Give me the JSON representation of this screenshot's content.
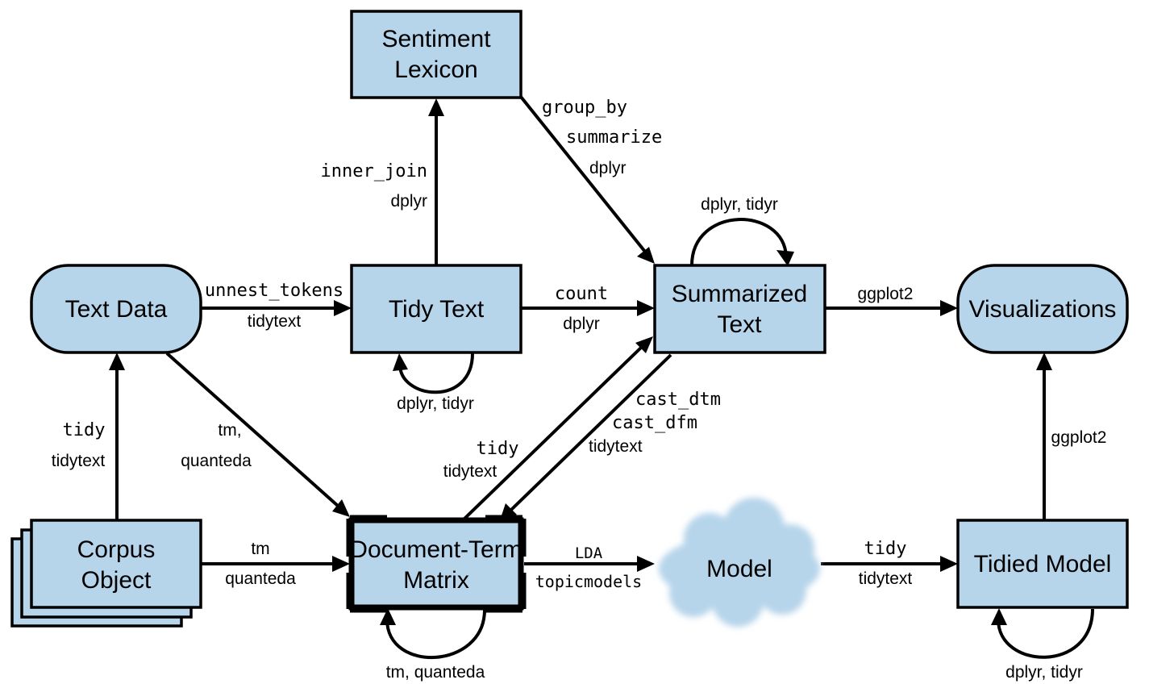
{
  "nodes": {
    "sentiment_lexicon": [
      "Sentiment",
      "Lexicon"
    ],
    "text_data": "Text Data",
    "tidy_text": "Tidy Text",
    "summarized_text": [
      "Summarized",
      "Text"
    ],
    "visualizations": "Visualizations",
    "corpus_object": [
      "Corpus",
      "Object"
    ],
    "dtm": [
      "Document-Term",
      "Matrix"
    ],
    "model": "Model",
    "tidied_model": "Tidied Model"
  },
  "edges": {
    "unnest": {
      "fn": "unnest_tokens",
      "lib": "tidytext"
    },
    "inner_join": {
      "fn": "inner_join",
      "lib": "dplyr"
    },
    "group_by": {
      "fn1": "group_by",
      "fn2": "summarize",
      "lib": "dplyr"
    },
    "count": {
      "fn": "count",
      "lib": "dplyr"
    },
    "summ_loop": {
      "lib": "dplyr, tidyr"
    },
    "tidy_loop": {
      "lib": "dplyr, tidyr"
    },
    "ggplot_h": {
      "lib": "ggplot2"
    },
    "ggplot_v": {
      "lib": "ggplot2"
    },
    "corpus_tidy": {
      "fn": "tidy",
      "lib": "tidytext"
    },
    "textdata_dtm": {
      "lib1": "tm,",
      "lib2": "quanteda"
    },
    "cast": {
      "fn1": "cast_dtm",
      "fn2": "cast_dfm",
      "lib": "tidytext"
    },
    "dtm_tidy": {
      "fn": "tidy",
      "lib": "tidytext"
    },
    "corpus_dtm": {
      "lib1": "tm",
      "lib2": "quanteda"
    },
    "lda": {
      "fn1": "LDA",
      "fn2": "topicmodels"
    },
    "model_tidy": {
      "fn": "tidy",
      "lib": "tidytext"
    },
    "dtm_loop": {
      "lib": "tm, quanteda"
    },
    "tidied_loop": {
      "lib": "dplyr, tidyr"
    }
  }
}
